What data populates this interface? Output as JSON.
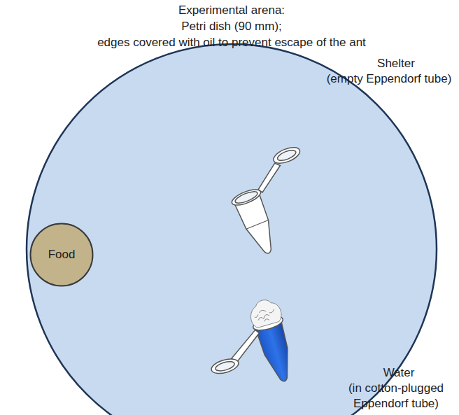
{
  "diagram": {
    "title": "Experimental arena:",
    "nodes": [
      {
        "text": [
          "Food"
        ]
      }
    ],
    "labels": [
      "Petri dish (90 mm);",
      "edges covered with oil to prevent escape of the ant",
      "Shelter",
      "(empty Eppendorf tube)",
      "Water",
      "(in cotton-plugged Eppendorf tube)"
    ]
  }
}
